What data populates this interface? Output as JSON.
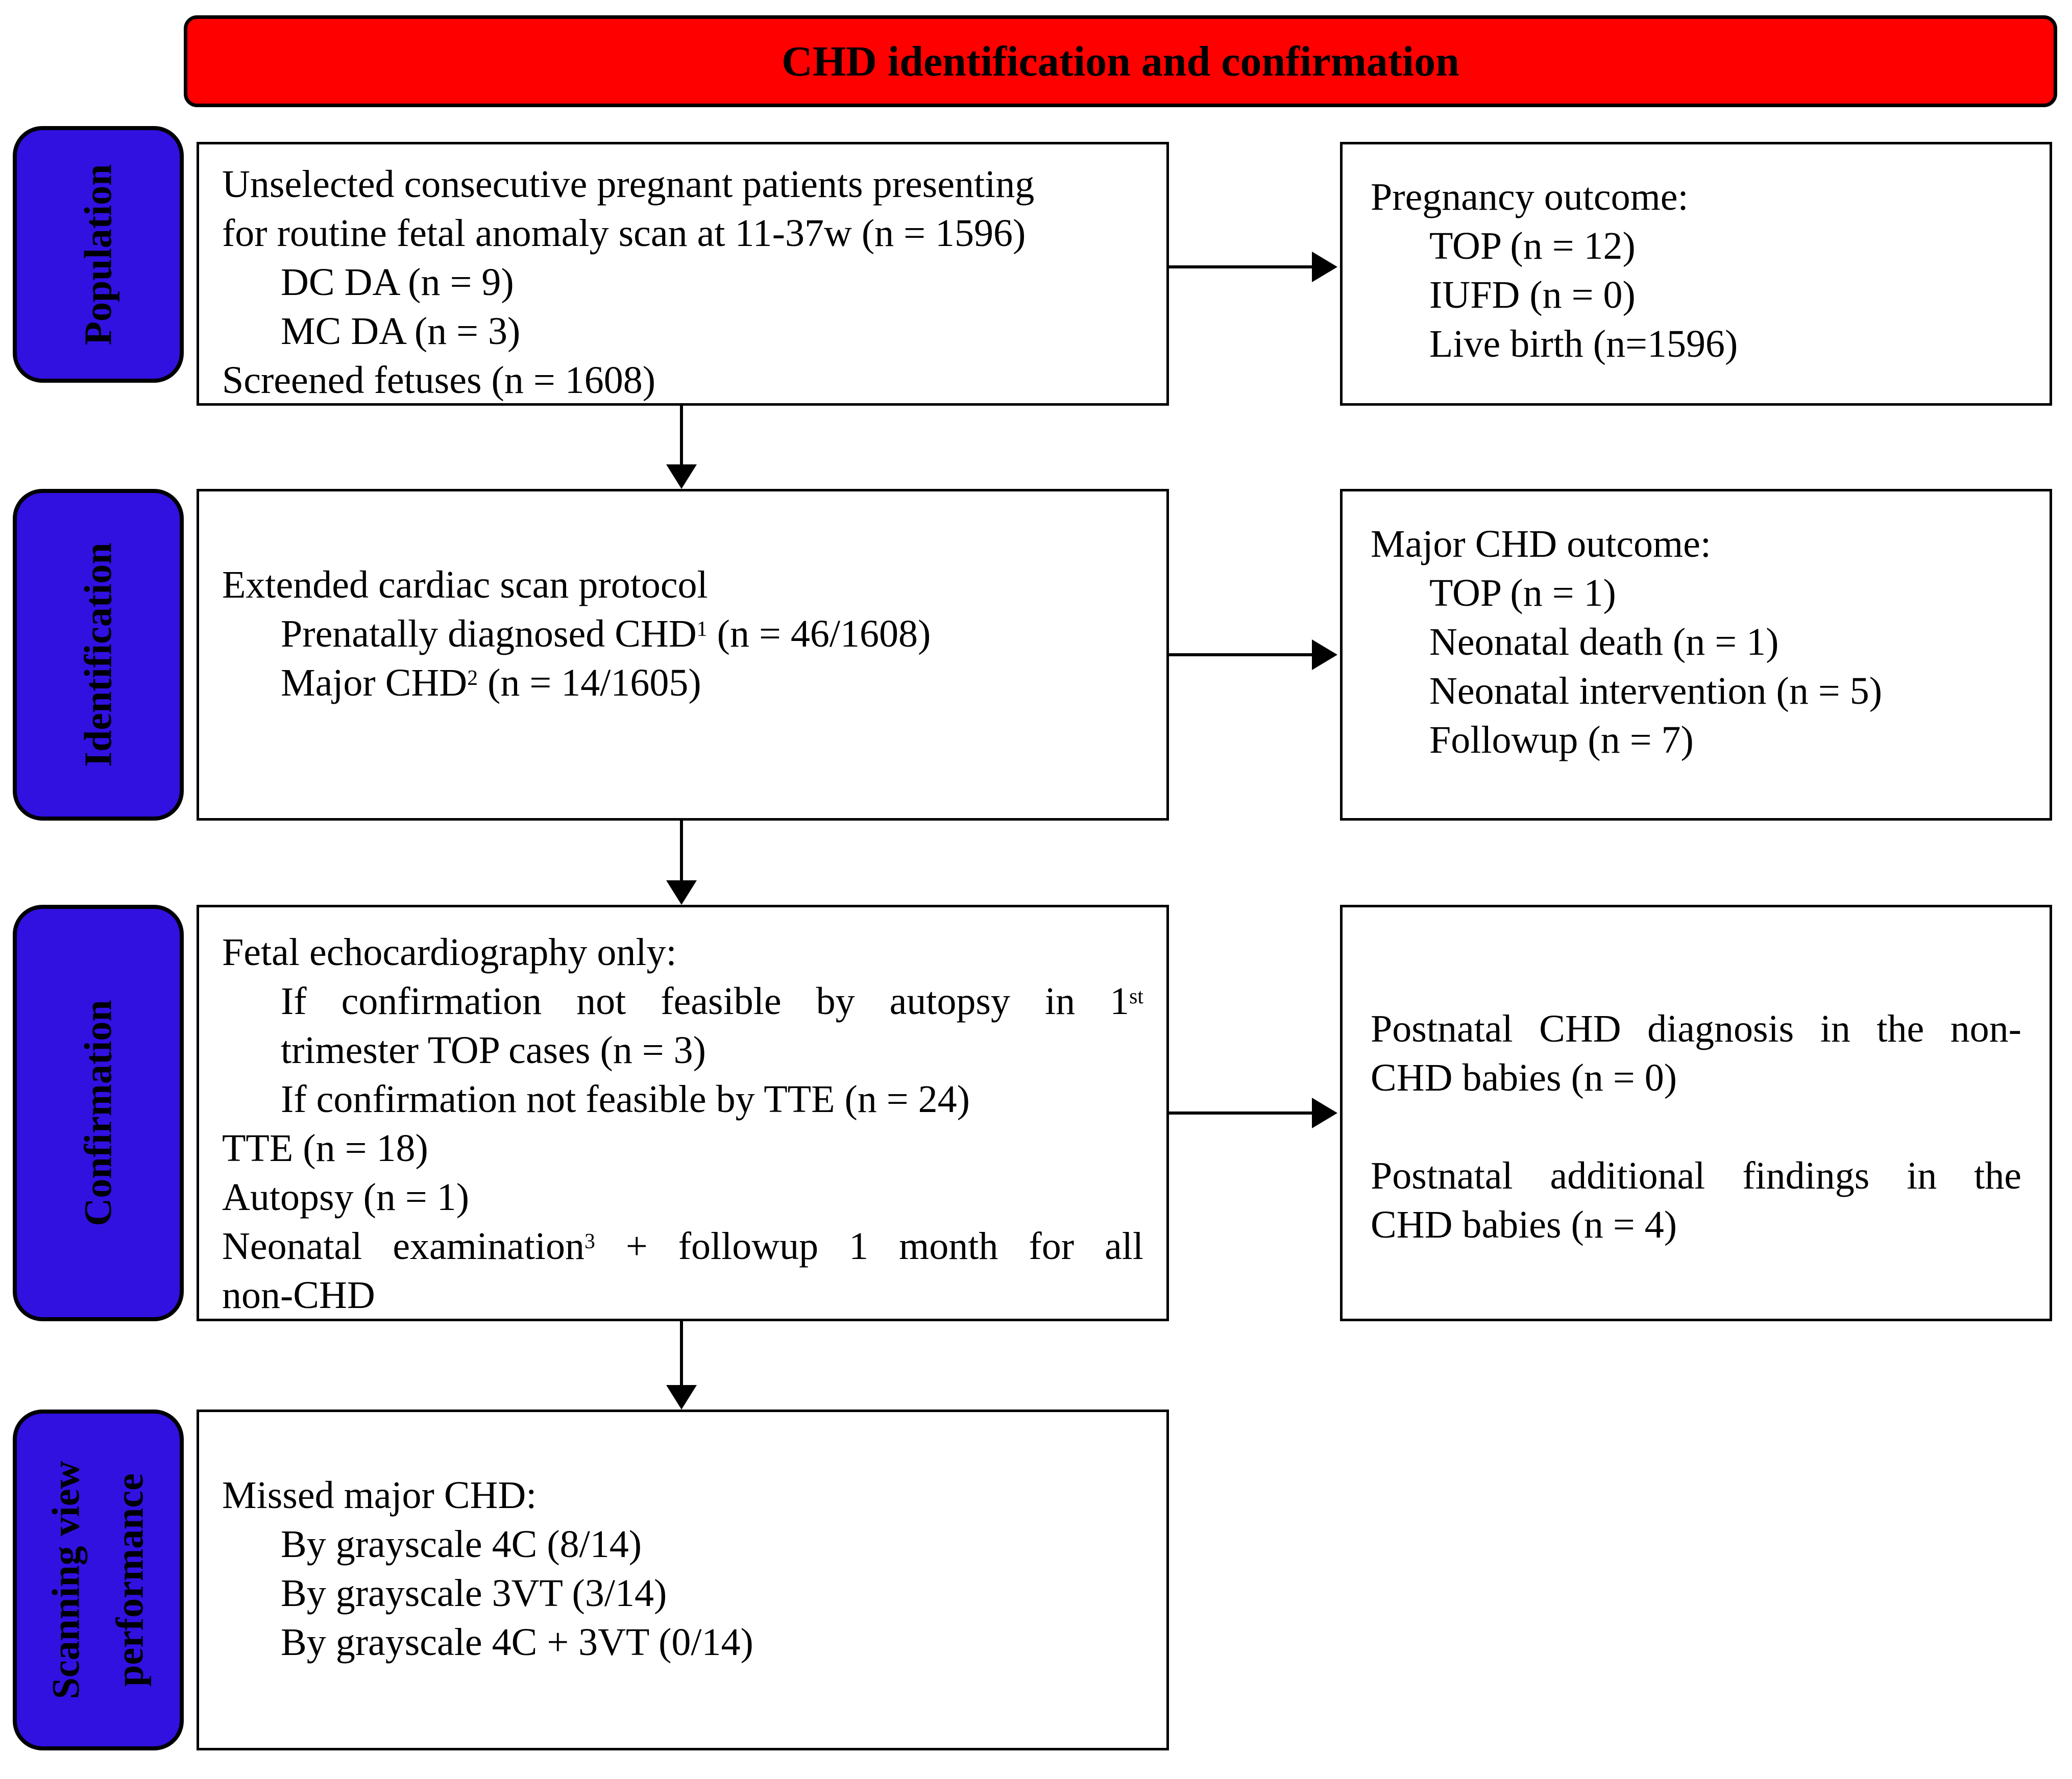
{
  "header": {
    "title": "CHD identification and confirmation"
  },
  "colors": {
    "header_bg": "#FF0000",
    "label_bg": "#3011E0",
    "border": "#000000"
  },
  "rows": [
    {
      "label": "Population",
      "main": {
        "lines": [
          {
            "t": "Unselected consecutive pregnant patients presenting"
          },
          {
            "t": "for routine fetal anomaly scan at 11-37w (n = 1596)"
          },
          {
            "t": "DC DA (n = 9)",
            "ind": 1
          },
          {
            "t": "MC DA (n = 3)",
            "ind": 1
          },
          {
            "t": "Screened fetuses (n = 1608)"
          }
        ]
      },
      "right": {
        "lines": [
          {
            "t": "Pregnancy outcome:"
          },
          {
            "t": "TOP (n = 12)",
            "ind": 1
          },
          {
            "t": "IUFD (n = 0)",
            "ind": 1
          },
          {
            "t": "Live birth (n=1596)",
            "ind": 1
          }
        ]
      }
    },
    {
      "label": "Identification",
      "main": {
        "lines": [
          {
            "t": "Extended cardiac scan protocol"
          },
          {
            "ind": 1,
            "segs": [
              {
                "t": "Prenatally diagnosed CHD"
              },
              {
                "t": "1",
                "sup": 1
              },
              {
                "t": " (n = 46/1608)"
              }
            ]
          },
          {
            "ind": 1,
            "segs": [
              {
                "t": "Major CHD"
              },
              {
                "t": "2",
                "sup": 1
              },
              {
                "t": " (n = 14/1605)"
              }
            ]
          }
        ]
      },
      "right": {
        "lines": [
          {
            "t": "Major CHD outcome:"
          },
          {
            "t": "TOP (n = 1)",
            "ind": 1
          },
          {
            "t": "Neonatal death (n = 1)",
            "ind": 1
          },
          {
            "t": "Neonatal intervention (n = 5)",
            "ind": 1
          },
          {
            "t": "Followup (n = 7)",
            "ind": 1
          }
        ]
      }
    },
    {
      "label": "Confirmation",
      "main": {
        "lines": [
          {
            "t": "Fetal echocardiography only:"
          },
          {
            "ind": 1,
            "jfull": 1,
            "segs": [
              {
                "t": "If confirmation not feasible by autopsy in 1"
              },
              {
                "t": "st",
                "sup": 1
              }
            ]
          },
          {
            "t": "trimester TOP cases (n = 3)",
            "ind": 1
          },
          {
            "t": "If confirmation not feasible by TTE (n = 24)",
            "ind": 1
          },
          {
            "t": "TTE (n = 18)"
          },
          {
            "t": "Autopsy (n = 1)"
          },
          {
            "jfull": 1,
            "segs": [
              {
                "t": "Neonatal examination"
              },
              {
                "t": "3",
                "sup": 1
              },
              {
                "t": " + followup 1 month for all"
              }
            ]
          },
          {
            "t": "non-CHD"
          }
        ]
      },
      "right": {
        "lines": [
          {
            "t": "Postnatal CHD diagnosis in the non-",
            "jfull": 1
          },
          {
            "t": "CHD babies (n = 0)"
          },
          {
            "t": ""
          },
          {
            "t": "Postnatal additional findings in the",
            "jfull": 1
          },
          {
            "t": "CHD babies (n = 4)"
          }
        ]
      }
    },
    {
      "label": "Scanning view\nperformance",
      "main": {
        "lines": [
          {
            "t": "Missed major CHD:"
          },
          {
            "t": "By grayscale 4C (8/14)",
            "ind": 1
          },
          {
            "t": "By grayscale 3VT (3/14)",
            "ind": 1
          },
          {
            "t": "By grayscale 4C + 3VT (0/14)",
            "ind": 1
          }
        ]
      },
      "right": null
    }
  ]
}
